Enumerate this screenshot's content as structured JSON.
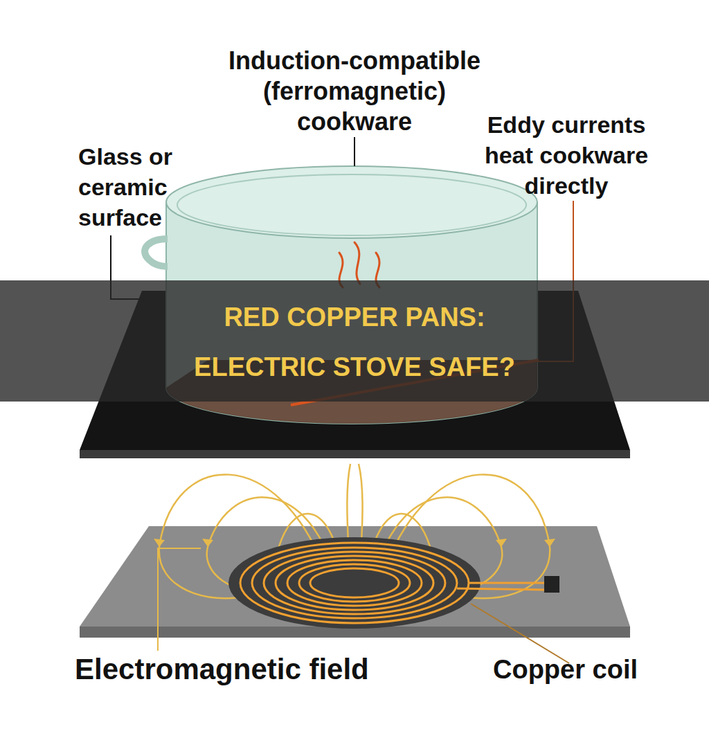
{
  "diagram": {
    "title": "RED COPPER PANS: ELECTRIC STOVE SAFE?",
    "labels": [
      "Induction-compatible (ferromagnetic) cookware",
      "Glass or ceramic surface",
      "Eddy currents heat cookware directly",
      "Electromagnetic field",
      "Copper coil"
    ]
  }
}
